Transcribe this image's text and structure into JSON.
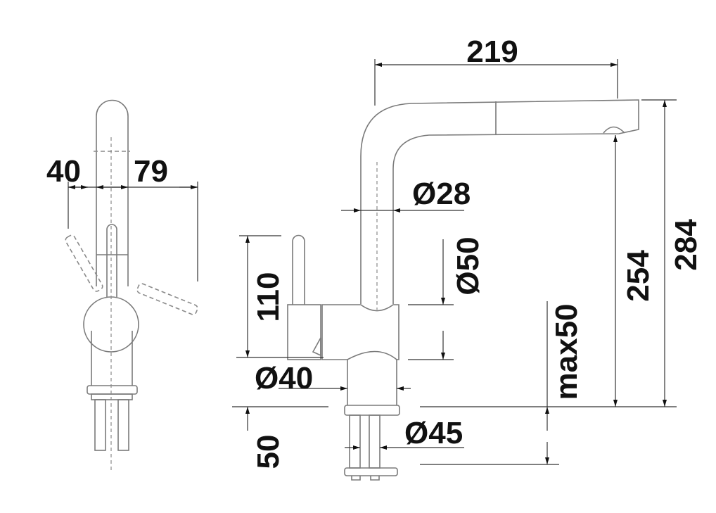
{
  "side_view": {
    "dims": {
      "lever_left": "40",
      "lever_right": "79"
    }
  },
  "front_view": {
    "dims": {
      "spout_reach": "219",
      "spout_diameter": "Ø28",
      "body_diameter": "Ø50",
      "body_height": "110",
      "base_diameter": "Ø40",
      "below_counter": "50",
      "connector_diameter": "Ø45",
      "max_counter_thickness": "max50",
      "outlet_height": "254",
      "total_height": "284"
    }
  }
}
